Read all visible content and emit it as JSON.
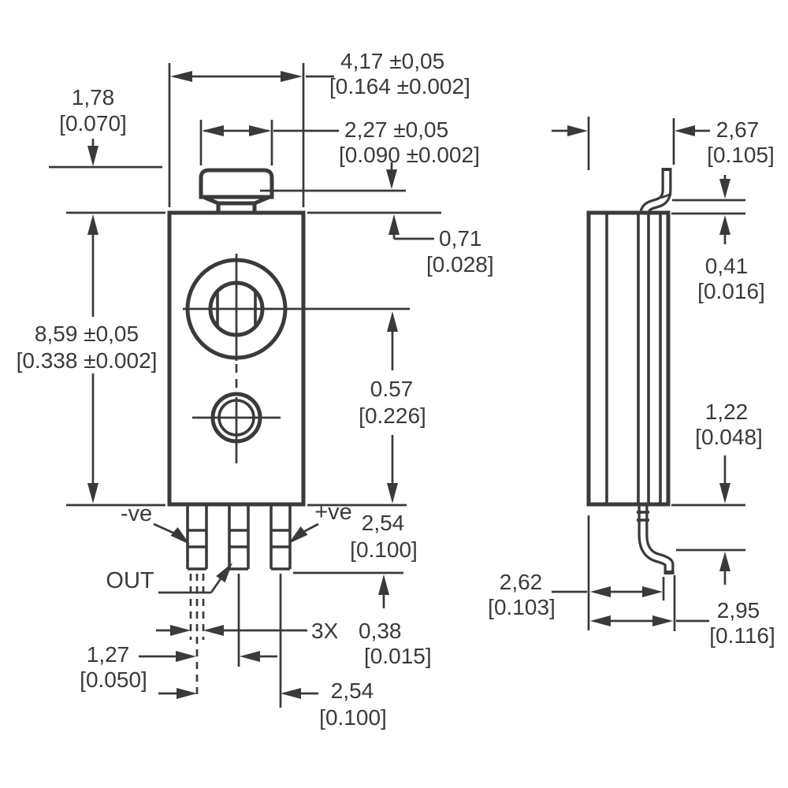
{
  "colors": {
    "line": "#3a3a3a",
    "background": "#ffffff"
  },
  "pin_labels": {
    "negative": "-ve",
    "positive": "+ve",
    "output": "OUT"
  },
  "dimensions": {
    "body_width": {
      "mm": "4,17 ±0,05",
      "in": "[0.164 ±0.002]"
    },
    "cap_height": {
      "mm": "1,78",
      "in": "[0.070]"
    },
    "cap_width": {
      "mm": "2,27 ±0,05",
      "in": "[0.090 ±0.002]"
    },
    "cap_step": {
      "mm": "0,71",
      "in": "[0.028]"
    },
    "body_height": {
      "mm": "8,59 ±0,05",
      "in": "[0.338 ±0.002]"
    },
    "hole_to_bottom": {
      "mm": "0.57",
      "in": "[0.226]"
    },
    "lead_length": {
      "mm": "2,54",
      "in": "[0.100]"
    },
    "lead_thickness": {
      "prefix": "3X",
      "mm": "0,38",
      "in": "[0.015]"
    },
    "lead_pitch": {
      "mm": "1,27",
      "in": "[0.050]"
    },
    "lead_span": {
      "mm": "2,54",
      "in": "[0.100]"
    },
    "side_overall": {
      "mm": "2,67",
      "in": "[0.105]"
    },
    "tab_thickness": {
      "mm": "0,41",
      "in": "[0.016]"
    },
    "foot_offset": {
      "mm": "1,22",
      "in": "[0.048]"
    },
    "side_body_depth": {
      "mm": "2,62",
      "in": "[0.103]"
    },
    "side_overall_span": {
      "mm": "2,95",
      "in": "[0.116]"
    }
  }
}
